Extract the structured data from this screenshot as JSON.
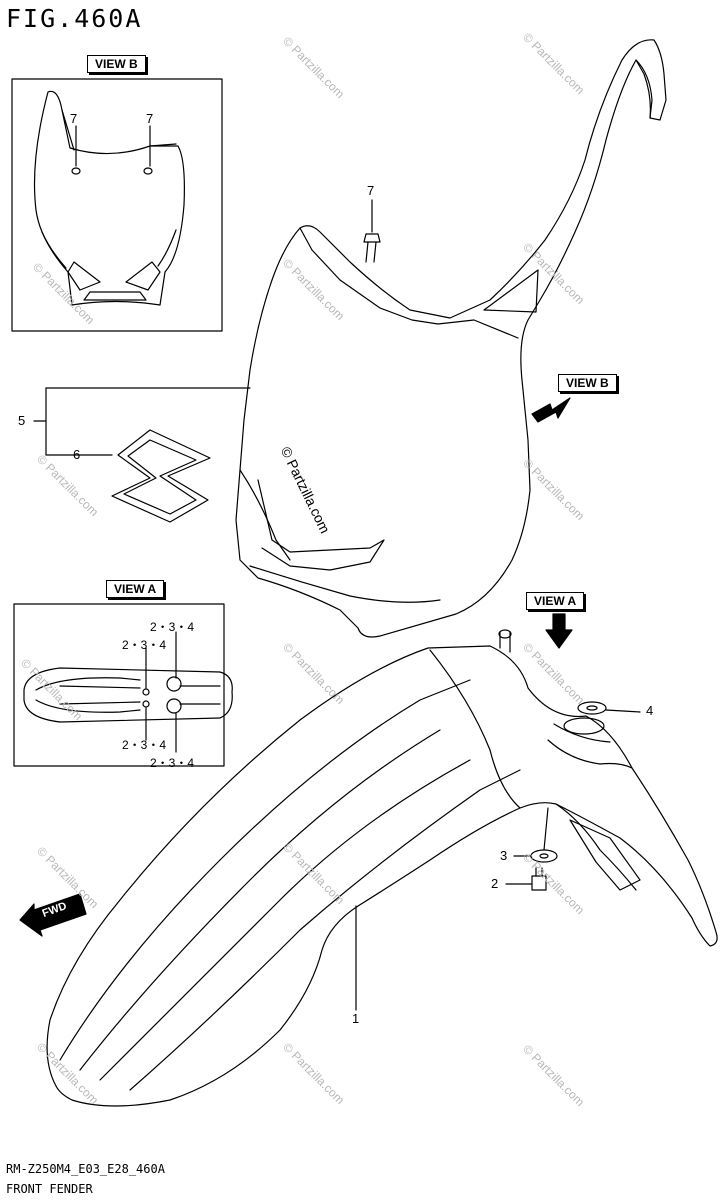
{
  "figure": {
    "title": "FIG.460A"
  },
  "views": {
    "view_b": "VIEW B",
    "view_a": "VIEW A"
  },
  "callouts": {
    "p1": "1",
    "p2": "2",
    "p3": "3",
    "p4": "4",
    "p5": "5",
    "p6": "6",
    "p7": "7",
    "view_b_left": "7",
    "view_b_right": "7",
    "view_a_top_left": "2・3・4",
    "view_a_top_right": "2・3・4",
    "view_a_bottom_left": "2・3・4",
    "view_a_bottom_right": "2・3・4"
  },
  "direction": {
    "fwd": "FWD"
  },
  "watermark": {
    "text": "© Partzilla.com"
  },
  "footer": {
    "code": "RM-Z250M4_E03_E28_460A",
    "name": "FRONT FENDER"
  }
}
